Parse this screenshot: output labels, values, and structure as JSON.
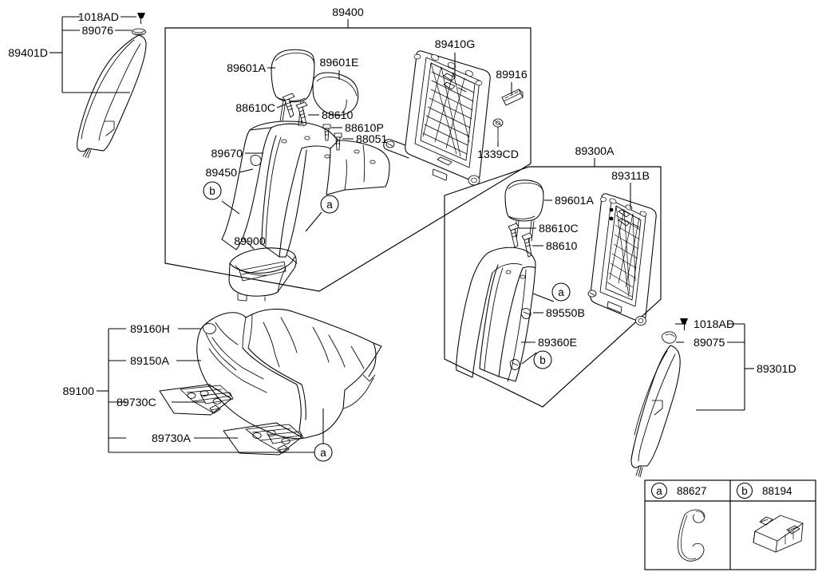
{
  "diagram": {
    "title": "Rear Seat Assembly Exploded Parts Diagram",
    "type": "automotive-parts-illustration"
  },
  "groups": {
    "left_bolster": {
      "id": "89401D",
      "parts": [
        "1018AD",
        "89076"
      ]
    },
    "rear_seat_back_left": {
      "id": "89400"
    },
    "rear_seat_back_right": {
      "id": "89300A"
    },
    "seat_cushion": {
      "id": "89100"
    },
    "right_bolster": {
      "id": "89301D",
      "parts": [
        "1018AD",
        "89075"
      ]
    }
  },
  "labels": {
    "l_1018AD_top": {
      "text": "1018AD"
    },
    "l_89076": {
      "text": "89076"
    },
    "l_89401D": {
      "text": "89401D"
    },
    "l_89400": {
      "text": "89400"
    },
    "l_89601A_a": {
      "text": "89601A"
    },
    "l_89601E": {
      "text": "89601E"
    },
    "l_88610C_a": {
      "text": "88610C"
    },
    "l_88610_a": {
      "text": "88610"
    },
    "l_88610P": {
      "text": "88610P"
    },
    "l_88051": {
      "text": "88051"
    },
    "l_89670": {
      "text": "89670"
    },
    "l_89450": {
      "text": "89450"
    },
    "l_89900": {
      "text": "89900"
    },
    "l_89410G": {
      "text": "89410G"
    },
    "l_89916": {
      "text": "89916"
    },
    "l_1339CD": {
      "text": "1339CD"
    },
    "l_89300A": {
      "text": "89300A"
    },
    "l_89311B": {
      "text": "89311B"
    },
    "l_89601A_b": {
      "text": "89601A"
    },
    "l_88610C_b": {
      "text": "88610C"
    },
    "l_88610_b": {
      "text": "88610"
    },
    "l_89550B": {
      "text": "89550B"
    },
    "l_89360E": {
      "text": "89360E"
    },
    "l_1018AD_r": {
      "text": "1018AD"
    },
    "l_89075": {
      "text": "89075"
    },
    "l_89301D": {
      "text": "89301D"
    },
    "l_89160H": {
      "text": "89160H"
    },
    "l_89150A": {
      "text": "89150A"
    },
    "l_89100": {
      "text": "89100"
    },
    "l_89730C": {
      "text": "89730C"
    },
    "l_89730A": {
      "text": "89730A"
    }
  },
  "callouts": {
    "a": {
      "symbol": "a"
    },
    "b": {
      "symbol": "b"
    }
  },
  "legend": {
    "items": [
      {
        "symbol": "a",
        "part_number": "88627",
        "icon": "hook-wire-icon"
      },
      {
        "symbol": "b",
        "part_number": "88194",
        "icon": "clip-connector-icon"
      }
    ]
  },
  "colors": {
    "line": "#000000",
    "background": "#ffffff"
  }
}
